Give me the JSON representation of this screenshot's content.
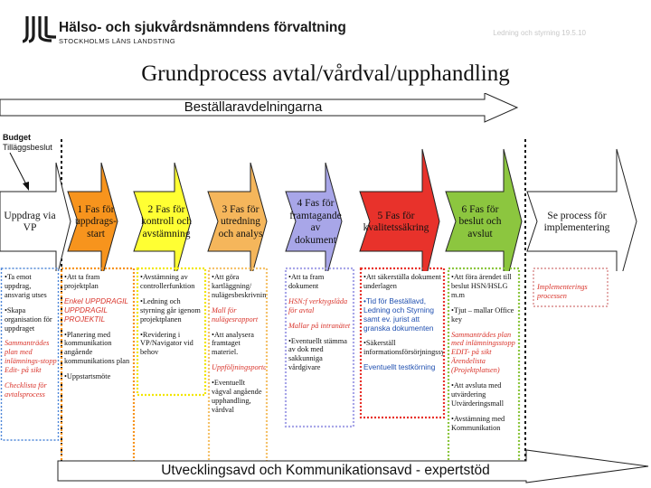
{
  "header": {
    "org_name": "Hälso- och sjukvårdsnämndens förvaltning",
    "org_sub": "STOCKHOLMS LÄNS LANDSTING",
    "date_text": "Ledning och styrning 19.5.10"
  },
  "title": "Grundprocess avtal/vårdval/upphandling",
  "band_top": "Beställaravdelningarna",
  "budget": {
    "title": "Budget",
    "subtitle": "Tilläggsbeslut"
  },
  "stages": [
    {
      "id": "uppdrag",
      "label": "Uppdrag via VP",
      "color": "#ffffff"
    },
    {
      "id": "fas1",
      "label": "1 Fas för uppdrags-start",
      "color": "#f7941d"
    },
    {
      "id": "fas2",
      "label": "2 Fas för kontroll och avstämning",
      "color": "#ffff33"
    },
    {
      "id": "fas3",
      "label": "3 Fas för utredning och analys",
      "color": "#f5b65b"
    },
    {
      "id": "fas4",
      "label": "4 Fas för framtagande av dokument",
      "color": "#a8a6e8"
    },
    {
      "id": "fas5",
      "label": "5 Fas för kvalitetssäkring",
      "color": "#e8322b"
    },
    {
      "id": "fas6",
      "label": "6 Fas för beslut och avslut",
      "color": "#8cc63f"
    },
    {
      "id": "se_process",
      "label": "Se process för implementering",
      "color": "#ffffff"
    }
  ],
  "columns": [
    {
      "id": "col0",
      "lines": [
        {
          "t": "•Ta emot uppdrag, ansvarig utses",
          "s": "n"
        },
        {
          "t": "•Skapa organisation för uppdraget",
          "s": "n"
        },
        {
          "t": "Sammanträdes plan med inlämnings-stopp Edit- på sikt",
          "s": "i"
        },
        {
          "t": "Checklista för avtalsprocess",
          "s": "i"
        }
      ]
    },
    {
      "id": "col1",
      "lines": [
        {
          "t": "•Att ta fram projektplan",
          "s": "n"
        },
        {
          "t": "Enkel UPPDRAGIL UPPDRAGIL PROJEKTIL",
          "s": "is"
        },
        {
          "t": "•Planering med kommunikation angående kommunikations plan",
          "s": "n"
        },
        {
          "t": "•Uppstartsmöte",
          "s": "n"
        }
      ]
    },
    {
      "id": "col2",
      "lines": [
        {
          "t": "•Avstämning av controllerfunktion",
          "s": "n"
        },
        {
          "t": "•Ledning och styrning går igenom projektplanen",
          "s": "n"
        },
        {
          "t": "•Revidering i VP/Navigator vid behov",
          "s": "n"
        }
      ]
    },
    {
      "id": "col3",
      "lines": [
        {
          "t": "•Att göra kartläggning/ nulägesbeskrivning",
          "s": "n"
        },
        {
          "t": "Mall för nulägesrapport",
          "s": "i"
        },
        {
          "t": "•Att analysera framtaget materiel.",
          "s": "n"
        },
        {
          "t": "Uppföljningsportalen",
          "s": "i"
        },
        {
          "t": "•Eventuellt vägval angående upphandling, vårdval",
          "s": "n"
        }
      ]
    },
    {
      "id": "col4",
      "lines": [
        {
          "t": "•Att ta fram dokument",
          "s": "n"
        },
        {
          "t": "HSN:f verktygslåda för avtal",
          "s": "i"
        },
        {
          "t": "Mallar på intranätet",
          "s": "i"
        },
        {
          "t": "•Eventuellt stämma av dok med sakkunniga vårdgivare",
          "s": "n"
        }
      ]
    },
    {
      "id": "col5",
      "lines": [
        {
          "t": "•Att säkerställa dokument underlagen",
          "s": "n"
        },
        {
          "t": "•Tid för Beställavd, Ledning och Styrning samt ev. jurist att granska dokumenten",
          "s": "b"
        },
        {
          "t": "•Säkerställ informationsförsörjningssystemen",
          "s": "n"
        },
        {
          "t": "Eventuellt testkörning",
          "s": "b"
        }
      ]
    },
    {
      "id": "col6",
      "lines": [
        {
          "t": "•Att föra ärendet till beslut HSN/HSLG m.m",
          "s": "n"
        },
        {
          "t": "•Tjut – mallar Office key",
          "s": "n"
        },
        {
          "t": "Sammanträdes plan med inlämningsstopp EDIT- på sikt Ärendelista (Projektplatsen)",
          "s": "i"
        },
        {
          "t": "•Att avsluta med utvärdering Utvärderingsmall",
          "s": "n"
        },
        {
          "t": "•Avstämning med Kommunikation",
          "s": "n"
        }
      ]
    },
    {
      "id": "col7",
      "lines": [
        {
          "t": "Implementerings processen",
          "s": "i"
        }
      ]
    }
  ],
  "band_bottom": "Utvecklingsavd och Kommunikationsavd - expertstöd"
}
